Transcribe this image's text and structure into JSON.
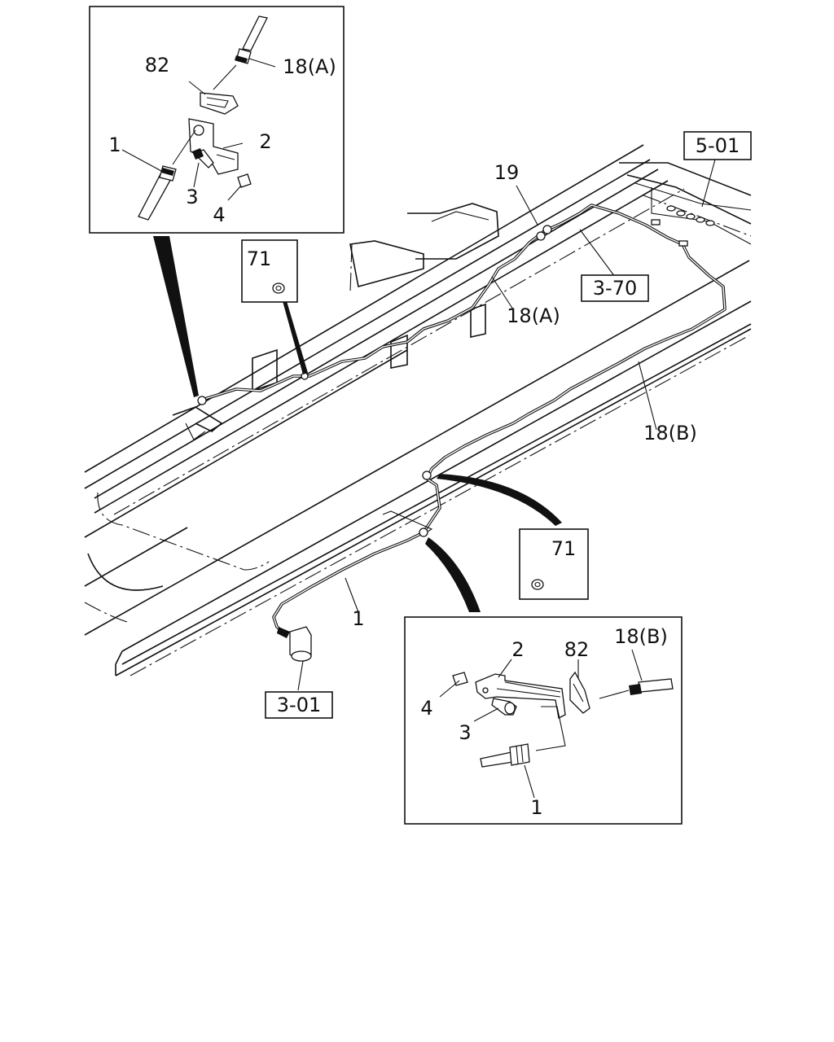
{
  "labels": {
    "inset_top": {
      "part_82": "82",
      "part_18a": "18(A)",
      "part_1": "1",
      "part_2": "2",
      "part_3": "3",
      "part_4": "4"
    },
    "main": {
      "ref_501": "5-01",
      "part_19": "19",
      "ref_370": "3-70",
      "part_18a": "18(A)",
      "part_18b": "18(B)",
      "part_71_top": "71",
      "part_71_bottom": "71",
      "part_1": "1",
      "ref_301": "3-01"
    },
    "inset_bottom": {
      "part_2": "2",
      "part_82": "82",
      "part_18b": "18(B)",
      "part_4": "4",
      "part_3": "3",
      "part_1": "1"
    }
  }
}
